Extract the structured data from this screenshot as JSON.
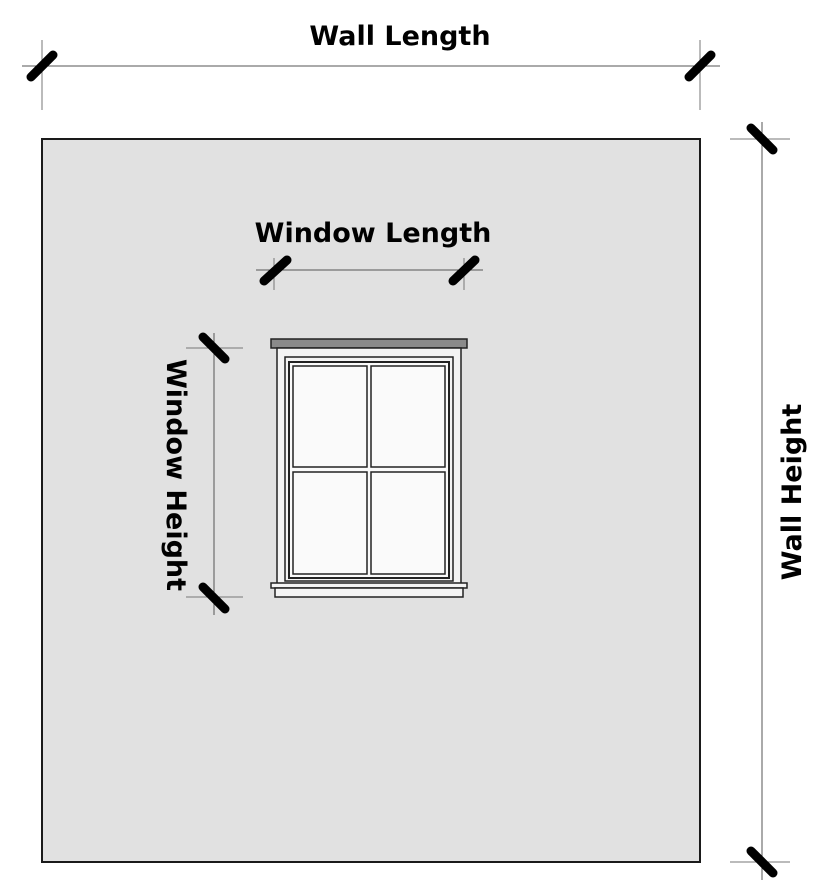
{
  "labels": {
    "wall_length": "Wall Length",
    "wall_height": "Wall Height",
    "window_length": "Window Length",
    "window_height": "Window Height"
  },
  "colors": {
    "wall_fill": "#e1e1e1",
    "outline": "#1a1a1a",
    "window_glass": "#fafafa",
    "window_head": "#8a8a8a",
    "tick": "#000000",
    "dimension_line": "#555555"
  }
}
